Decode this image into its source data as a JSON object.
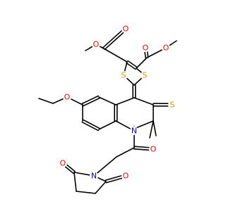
{
  "molecule": {
    "atoms": [
      {
        "id": "o1",
        "text": "O",
        "element": "oxygen"
      },
      {
        "id": "o2",
        "text": "O",
        "element": "oxygen"
      },
      {
        "id": "o3",
        "text": "O",
        "element": "oxygen"
      },
      {
        "id": "o4",
        "text": "O",
        "element": "oxygen"
      },
      {
        "id": "s1",
        "text": "S",
        "element": "sulfur"
      },
      {
        "id": "s2",
        "text": "S",
        "element": "sulfur"
      },
      {
        "id": "s3",
        "text": "S",
        "element": "sulfur"
      },
      {
        "id": "o5",
        "text": "O",
        "element": "oxygen"
      },
      {
        "id": "n1",
        "text": "N",
        "element": "nitrogen"
      },
      {
        "id": "o6",
        "text": "O",
        "element": "oxygen"
      },
      {
        "id": "n2",
        "text": "N",
        "element": "nitrogen"
      },
      {
        "id": "o7",
        "text": "O",
        "element": "oxygen"
      },
      {
        "id": "o8",
        "text": "O",
        "element": "oxygen"
      }
    ],
    "colors": {
      "bond": "#000000",
      "oxygen": "#ff0000",
      "sulfur": "#c8a000",
      "nitrogen": "#0000ff",
      "background": "#ffffff"
    }
  }
}
